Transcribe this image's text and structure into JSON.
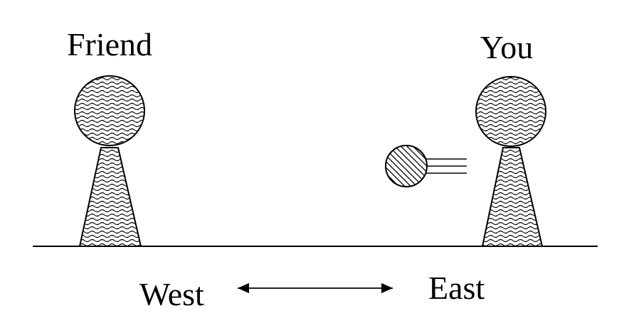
{
  "figures": {
    "friend_label": "Friend",
    "you_label": "You"
  },
  "directions": {
    "west_label": "West",
    "east_label": "East"
  },
  "colors": {
    "ink": "#000000",
    "background": "#ffffff"
  },
  "icons": {
    "person": "person-icon",
    "ball": "ball-icon",
    "motion_lines": "motion-lines-icon",
    "arrow": "double-arrow-icon"
  }
}
